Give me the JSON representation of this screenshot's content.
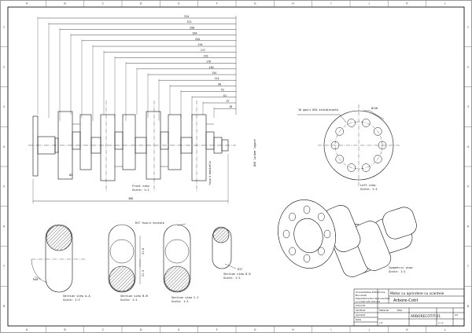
{
  "border": {
    "zones_top": [
      "A",
      "B",
      "C",
      "D",
      "E",
      "F",
      "G",
      "H",
      "I",
      "J",
      "K",
      "L"
    ],
    "zones_side": [
      "1",
      "2",
      "3",
      "4",
      "5",
      "6",
      "7",
      "8"
    ]
  },
  "front_view": {
    "dimensions": [
      "314",
      "312",
      "290",
      "264",
      "254",
      "234",
      "217",
      "193",
      "176",
      "156",
      "134",
      "114",
      "98",
      "79",
      "61",
      "37",
      "18"
    ],
    "total_length": "368",
    "vertical_label": "Ø40 latime lagare",
    "small_label": "Ø2",
    "caption": [
      "Front view",
      "Scale: 1:1"
    ],
    "side_label": "fusuri manivela"
  },
  "left_view": {
    "callout": "16 gauri Ø14 echidistante",
    "diameter_label": "Ø118",
    "caption": [
      "Left view",
      "Scale: 1:1"
    ]
  },
  "sections": [
    {
      "caption": [
        "Section view A-A",
        "Scale: 1:1"
      ],
      "label": "R40"
    },
    {
      "caption": [
        "Section view B-B",
        "Scale: 1:1"
      ],
      "label1": "21.6",
      "label2": "21.5"
    },
    {
      "caption": [
        "Section view C-C",
        "Scale: 1:1"
      ],
      "callout": "R17 fusuri brutale"
    },
    {
      "caption": [
        "Section view D-D",
        "Scale: 1:1"
      ],
      "label": "R17"
    }
  ],
  "iso_view": {
    "caption": [
      "Isometric view",
      "Scale: 1:1"
    ]
  },
  "title_block": {
    "institution": [
      "Universitatea Politehnica",
      "Bucuresti"
    ],
    "department": [
      "Departamentul de proiectare",
      "si constructii tehnice"
    ],
    "rows": [
      {
        "k": "Intocmit",
        "v": ""
      },
      {
        "k": "Verificat",
        "v": ""
      },
      {
        "k": "Aprobat",
        "v": ""
      },
      {
        "k": "Data",
        "v": ""
      }
    ],
    "project_title": "Motor cu aprindere cu scanteie",
    "part_name": "Arbore-Cotit",
    "material_label": "Material",
    "material_value": "Otel",
    "drawing_no": "ARBORECOTIT-01",
    "scale": "1:1",
    "sheet": "1 / 1",
    "revision": "A3"
  }
}
